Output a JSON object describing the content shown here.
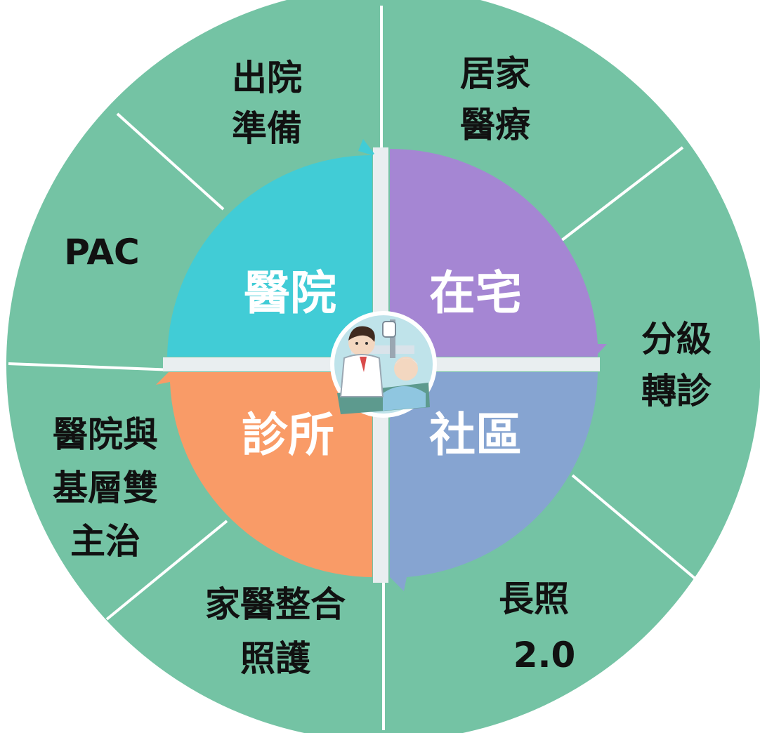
{
  "colors": {
    "outer_ring": "#74c3a4",
    "divider": "#ffffff",
    "hospital": "#41ccd6",
    "home": "#a586d3",
    "community": "#86a4d1",
    "clinic": "#f99b67",
    "label_dark": "#111111",
    "label_light": "#ffffff"
  },
  "quadrants": {
    "hospital": "醫院",
    "home": "在宅",
    "community": "社區",
    "clinic": "診所"
  },
  "outer_segments": {
    "discharge_prep": [
      "出院",
      "準備"
    ],
    "home_medical": [
      "居家",
      "醫療"
    ],
    "pac": [
      "PAC"
    ],
    "referral": [
      "分級",
      "轉診"
    ],
    "dual_care": [
      "醫院與",
      "基層雙",
      "主治"
    ],
    "family_care": [
      "家醫整合",
      "照護"
    ],
    "ltc": [
      "長照",
      "2.0"
    ]
  },
  "center_image": {
    "icon": "doctor-patient-icon"
  }
}
